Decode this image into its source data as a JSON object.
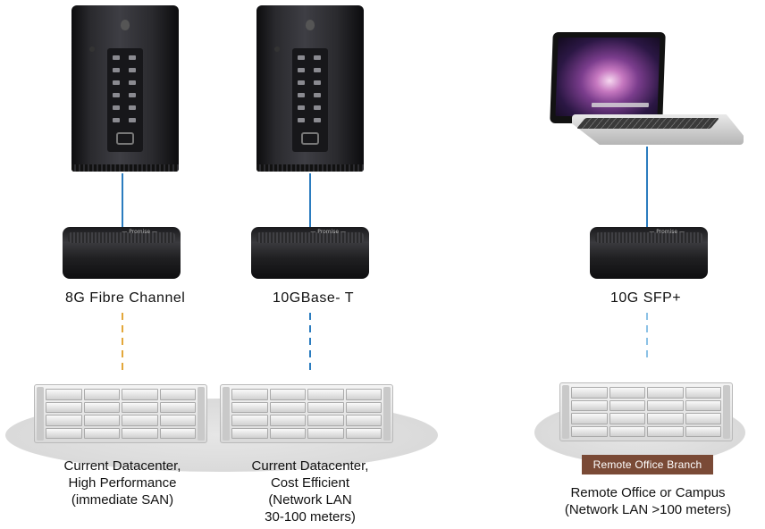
{
  "adapters": [
    {
      "label": "8G Fibre Channel"
    },
    {
      "label": "10GBase- T"
    },
    {
      "label": "10G SFP+"
    }
  ],
  "captions": [
    {
      "lines": [
        "Current Datacenter,",
        "High Performance",
        "(immediate SAN)"
      ]
    },
    {
      "lines": [
        "Current Datacenter,",
        "Cost Efficient",
        "(Network LAN",
        "30-100 meters)"
      ]
    },
    {
      "lines": [
        "Remote Office or Campus",
        "(Network LAN >100 meters)"
      ]
    }
  ],
  "badge": {
    "label": "Remote Office Branch"
  },
  "colors": {
    "link_solid": "#2b7cbf",
    "link_fibre_dashed": "#e3a73a",
    "link_base_t_dashed": "#2b7cbf",
    "link_sfp_dashed": "#8cc2e6",
    "badge_bg": "#7a4a36"
  },
  "icons": [
    "mac-pro-icon",
    "laptop-icon",
    "thunderbolt-adapter-icon",
    "storage-array-icon"
  ]
}
